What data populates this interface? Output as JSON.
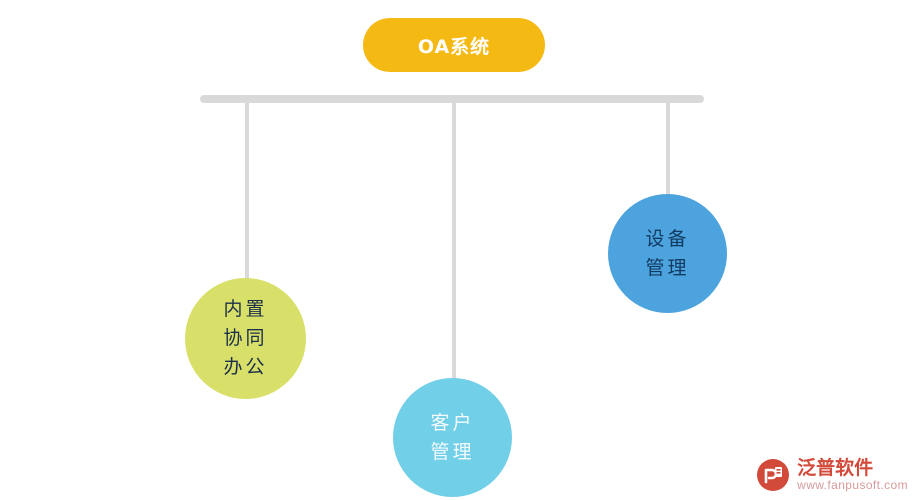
{
  "diagram": {
    "root": {
      "label": "OA系统",
      "color": "#f5b914",
      "text_color": "#ffffff"
    },
    "bus": {
      "color": "#d9d9d9"
    },
    "nodes": [
      {
        "id": "node-neizhi-xietong-bangong",
        "lines": [
          "内置",
          "协同",
          "办公"
        ],
        "color": "#d8e06a",
        "text_color": "#1c2f4a"
      },
      {
        "id": "node-kehu-guanli",
        "lines": [
          "客户",
          "管理"
        ],
        "color": "#72cfe8",
        "text_color": "#f4fbfd"
      },
      {
        "id": "node-shebei-guanli",
        "lines": [
          "设备",
          "管理"
        ],
        "color": "#4da3dd",
        "text_color": "#123b63"
      }
    ]
  },
  "watermark": {
    "title": "泛普软件",
    "url": "www.fanpusoft.com",
    "title_color": "#d14a3a",
    "url_color": "#d89a9a"
  }
}
